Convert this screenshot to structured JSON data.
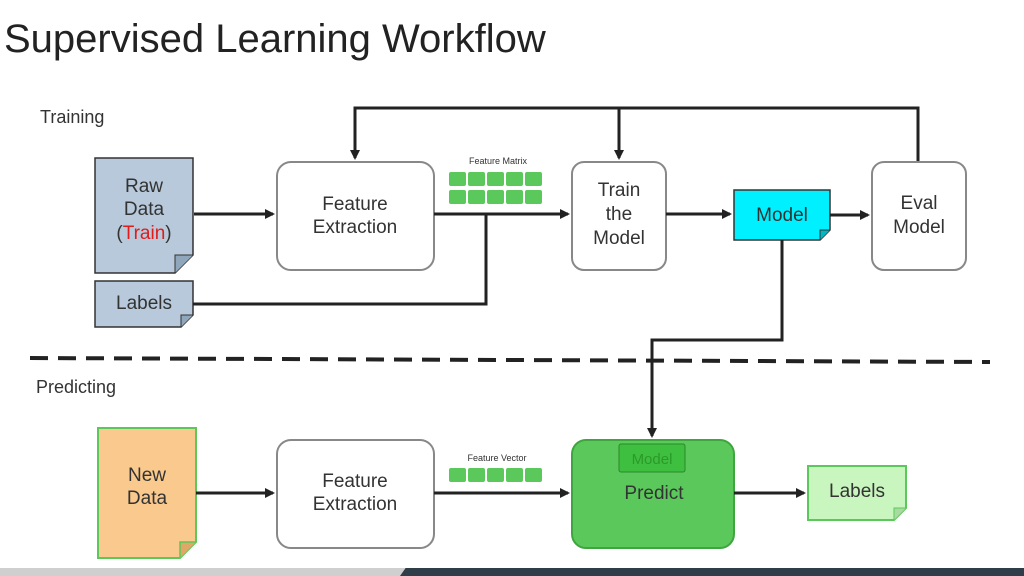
{
  "title": "Supervised Learning Workflow",
  "sections": {
    "training": "Training",
    "predicting": "Predicting"
  },
  "training": {
    "raw_data": {
      "line1": "Raw",
      "line2": "Data",
      "paren_open": "(",
      "train_word": "Train",
      "paren_close": ")"
    },
    "labels": "Labels",
    "feature_extraction": {
      "line1": "Feature",
      "line2": "Extraction"
    },
    "feature_matrix_label": "Feature Matrix",
    "train_model": {
      "line1": "Train",
      "line2": "the",
      "line3": "Model"
    },
    "model": "Model",
    "eval_model": {
      "line1": "Eval",
      "line2": "Model"
    }
  },
  "predicting": {
    "new_data": {
      "line1": "New",
      "line2": "Data"
    },
    "feature_extraction": {
      "line1": "Feature",
      "line2": "Extraction"
    },
    "feature_vector_label": "Feature Vector",
    "predict_model_tag": "Model",
    "predict": "Predict",
    "labels": "Labels"
  },
  "colors": {
    "doc_blue": "#b7c9da",
    "model_cyan": "#00f0ff",
    "green": "#5bc85b",
    "green_dark": "#3fa53f",
    "new_data_orange": "#f9c98d",
    "labels_green": "#c9f5bf",
    "accent_red": "#e21b1b"
  }
}
